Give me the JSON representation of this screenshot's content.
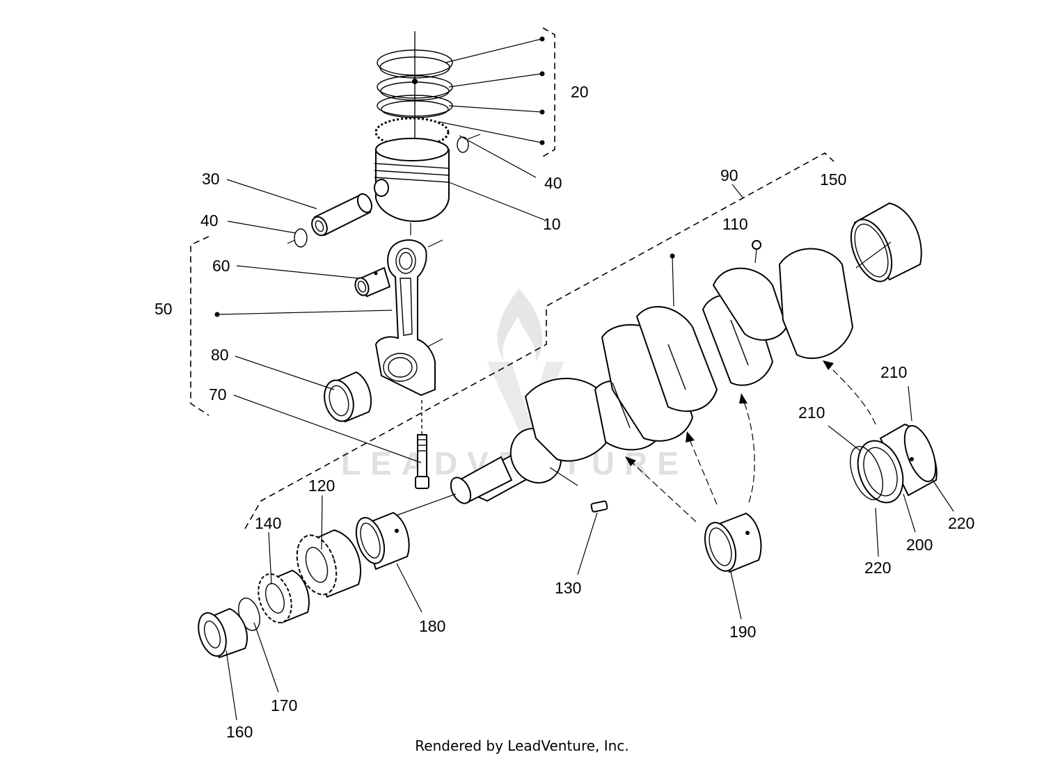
{
  "callouts": {
    "c10": "10",
    "c20": "20",
    "c30": "30",
    "c40a": "40",
    "c40b": "40",
    "c50": "50",
    "c60": "60",
    "c70": "70",
    "c80": "80",
    "c90": "90",
    "c110": "110",
    "c120": "120",
    "c130": "130",
    "c140": "140",
    "c150": "150",
    "c160": "160",
    "c170": "170",
    "c180": "180",
    "c190": "190",
    "c200": "200",
    "c210a": "210",
    "c210b": "210",
    "c220a": "220",
    "c220b": "220"
  },
  "watermark": {
    "text": "LEADVENTURE",
    "icon": "flame-logo-icon"
  },
  "footer": {
    "text": "Rendered by LeadVenture, Inc."
  },
  "colors": {
    "line": "#000000",
    "background": "#ffffff",
    "watermark": "#d6d6d6"
  }
}
